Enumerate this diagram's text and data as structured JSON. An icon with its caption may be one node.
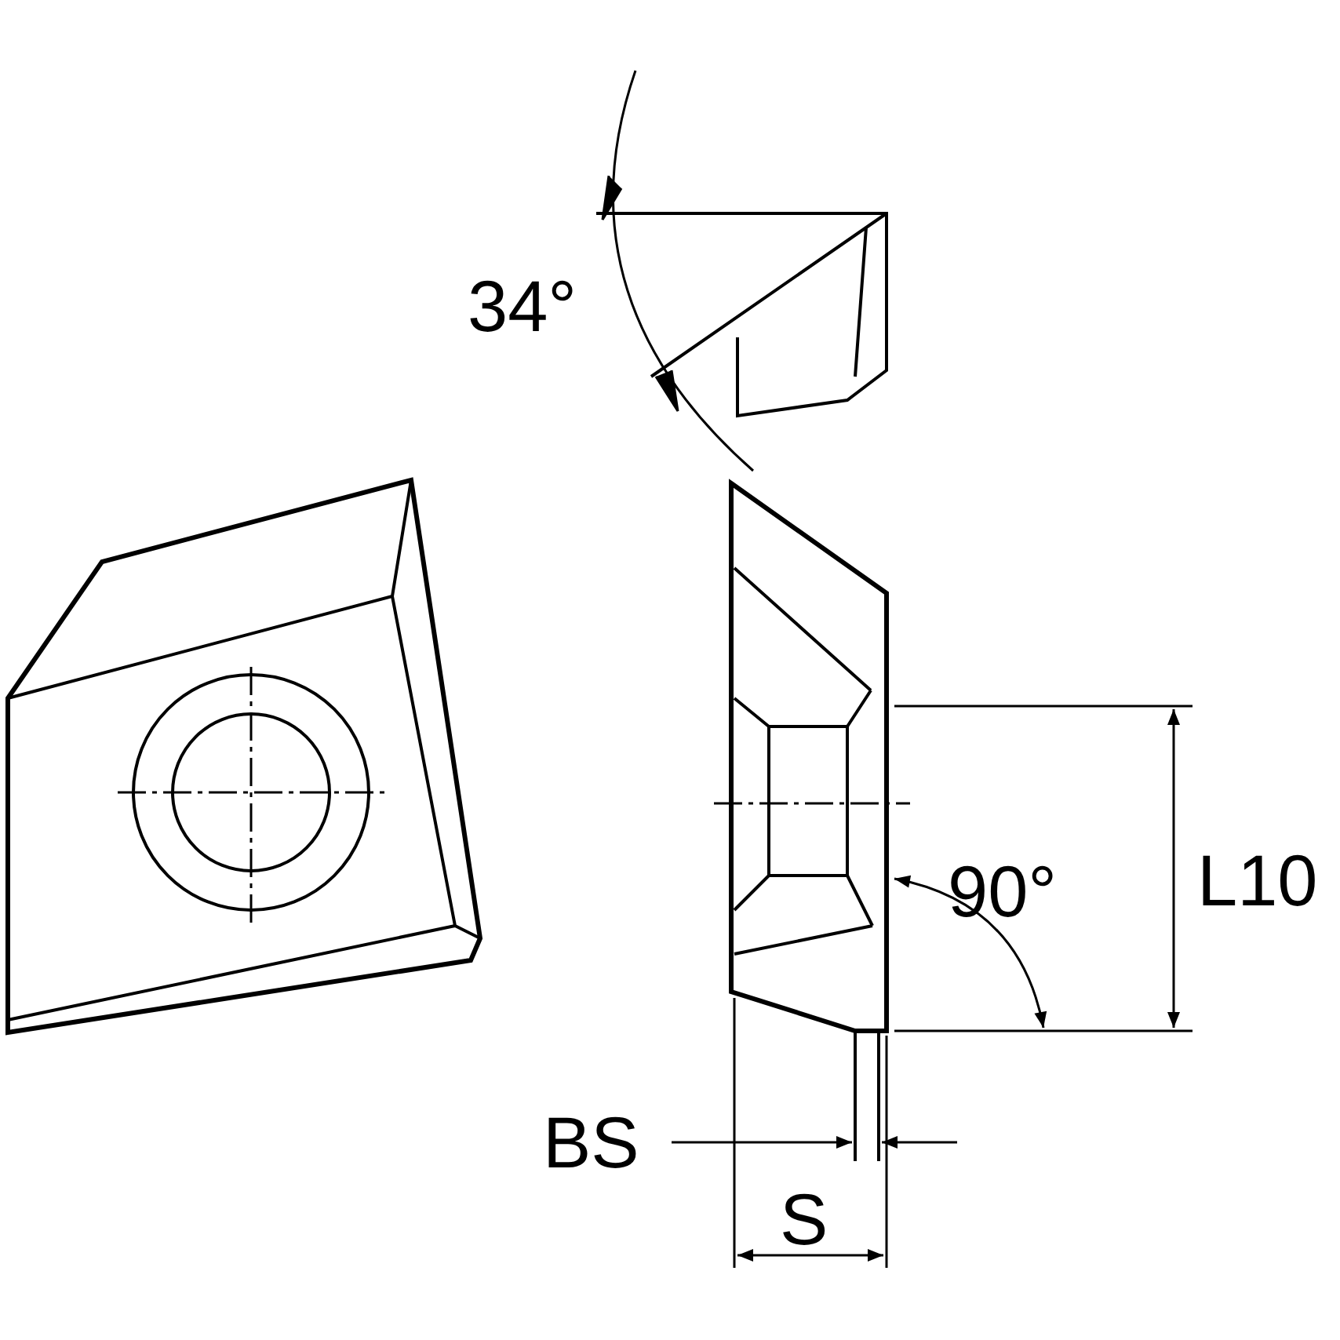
{
  "diagram": {
    "labels": [
      "34°",
      "90°",
      "L10",
      "BS",
      "S"
    ]
  }
}
